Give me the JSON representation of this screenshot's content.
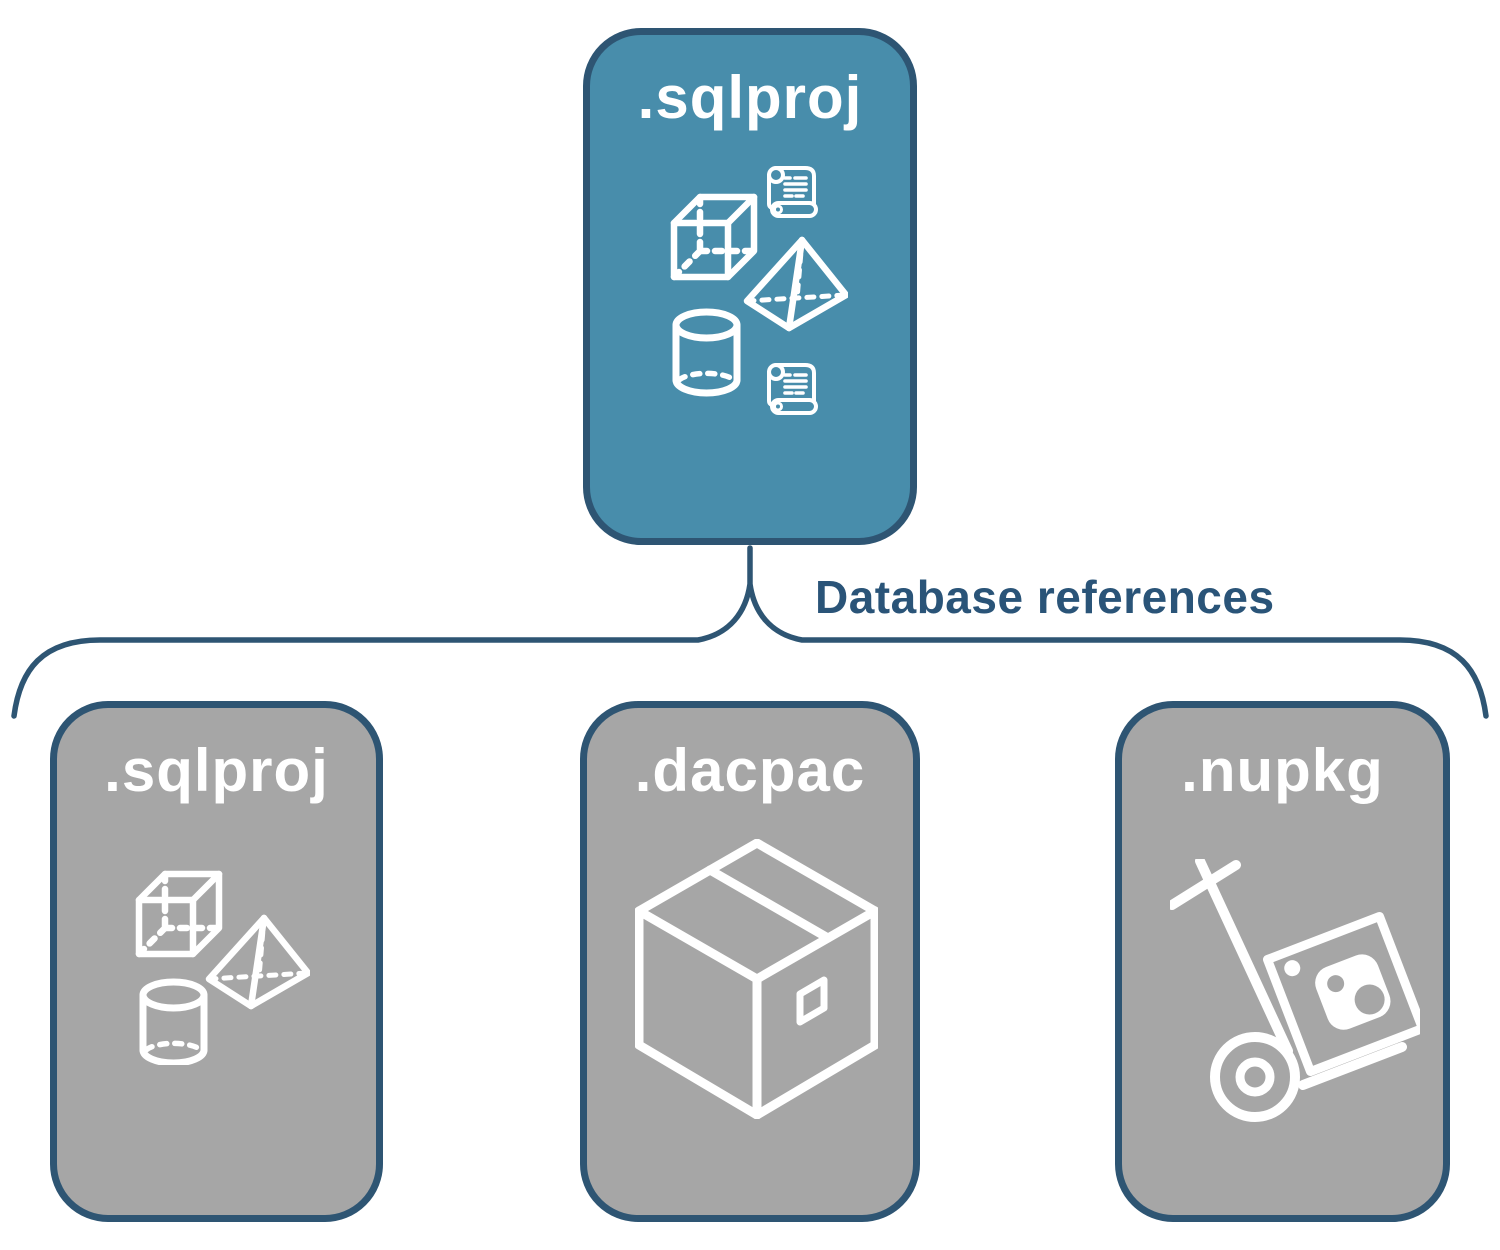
{
  "diagram": {
    "root": {
      "label": ".sqlproj",
      "icons": [
        "script-scroll-icon",
        "cube-icon",
        "pyramid-icon",
        "cylinder-icon",
        "script-scroll-icon"
      ]
    },
    "connector": {
      "label": "Database references"
    },
    "children": [
      {
        "label": ".sqlproj",
        "icons": [
          "cube-icon",
          "pyramid-icon",
          "cylinder-icon"
        ]
      },
      {
        "label": ".dacpac",
        "icons": [
          "package-box-icon"
        ]
      },
      {
        "label": ".nupkg",
        "icons": [
          "nuget-hand-truck-icon"
        ]
      }
    ],
    "colors": {
      "background": "#FFFFFF",
      "root_fill": "#488DAB",
      "child_fill": "#A6A6A6",
      "outline": "#2E5573",
      "connector_label_color": "#2A5478",
      "icon_color": "#FFFFFF"
    }
  }
}
